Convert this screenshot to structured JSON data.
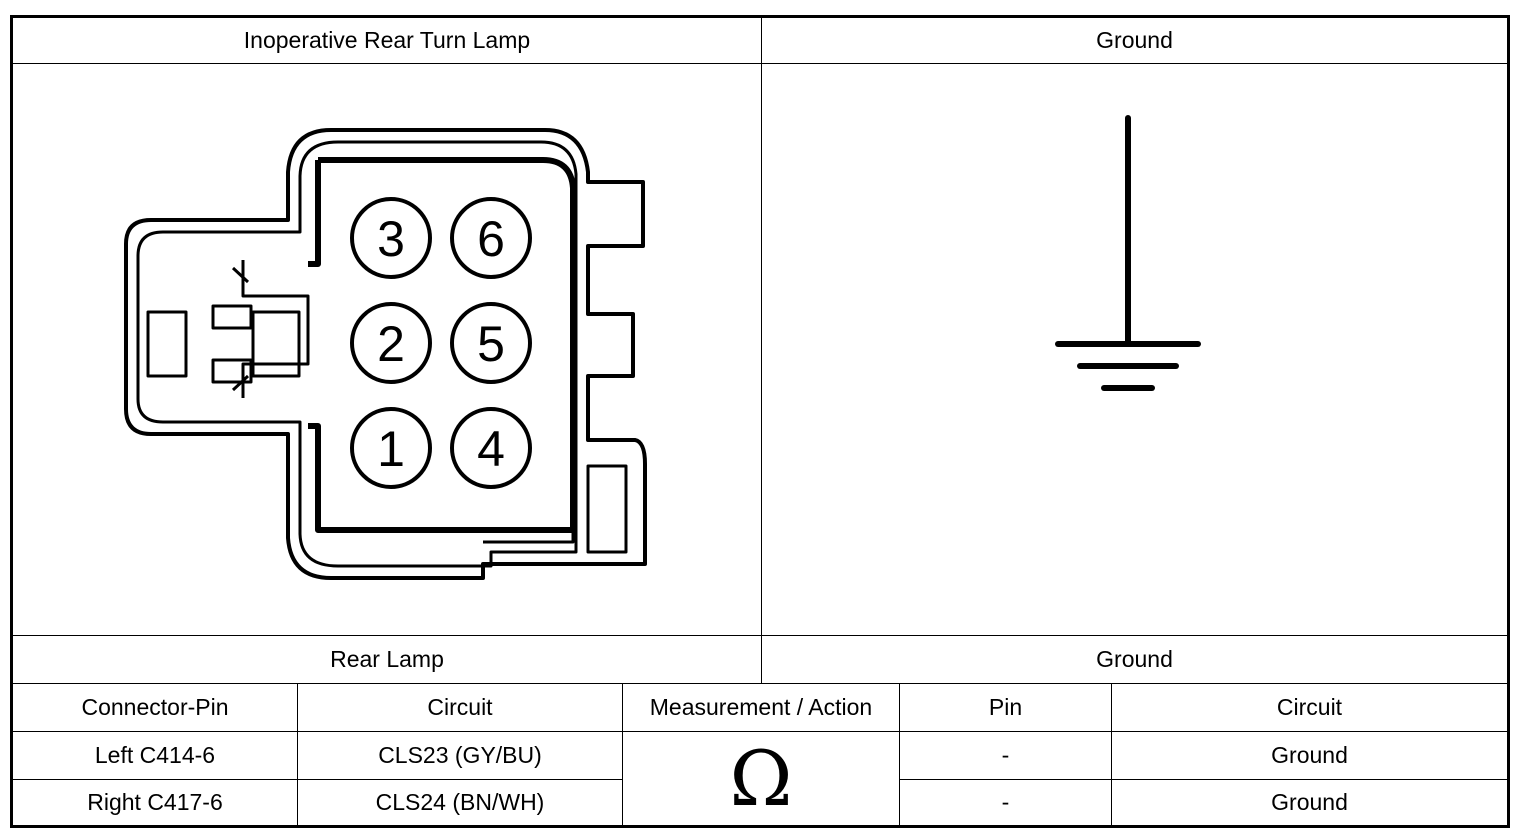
{
  "headers": {
    "top_left": "Inoperative Rear Turn Lamp",
    "top_right": "Ground",
    "mid_left": "Rear Lamp",
    "mid_right": "Ground"
  },
  "connector": {
    "pins": [
      "3",
      "6",
      "2",
      "5",
      "1",
      "4"
    ]
  },
  "table": {
    "columns": [
      "Connector-Pin",
      "Circuit",
      "Measurement / Action",
      "Pin",
      "Circuit"
    ],
    "rows": [
      {
        "connector_pin": "Left C414-6",
        "circuit": "CLS23 (GY/BU)",
        "pin": "-",
        "circuit2": "Ground"
      },
      {
        "connector_pin": "Right C417-6",
        "circuit": "CLS24 (BN/WH)",
        "pin": "-",
        "circuit2": "Ground"
      }
    ],
    "measurement_symbol": "Ω"
  },
  "icons": {
    "ground": "ground-symbol-icon",
    "ohm": "ohm-symbol-icon",
    "connector": "six-pin-connector-icon"
  }
}
